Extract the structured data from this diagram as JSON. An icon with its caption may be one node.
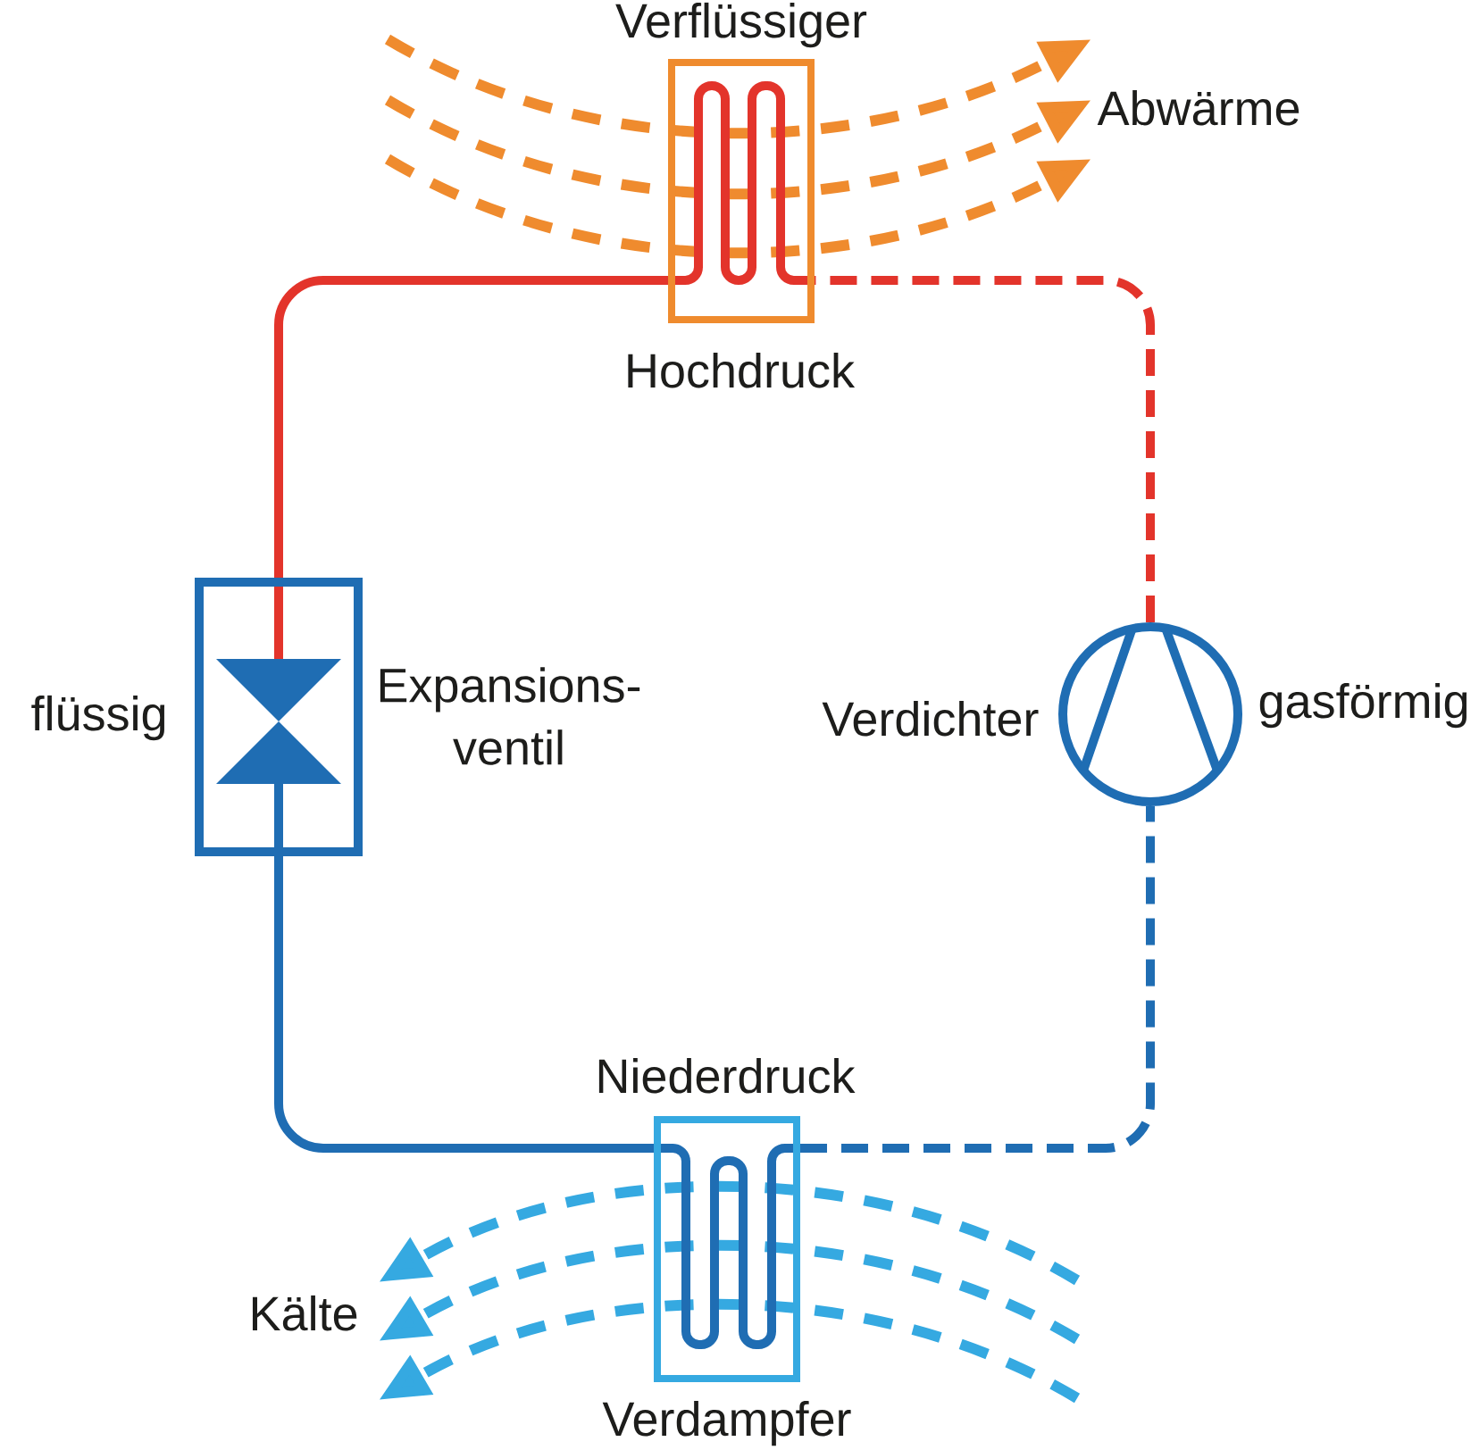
{
  "diagram": {
    "nodes": [
      {
        "text": [
          "Verflüssiger"
        ]
      },
      {
        "text": [
          "Expansions- ventil"
        ]
      },
      {
        "text": [
          "Verdichter"
        ]
      },
      {
        "text": [
          "Verdampfer"
        ]
      }
    ],
    "edges": [
      {
        "from": 0,
        "to": 1,
        "arrow": "none",
        "color": "#e3342b"
      },
      {
        "from": 1,
        "to": 3,
        "arrow": "none",
        "color": "#1f6db3"
      },
      {
        "from": 3,
        "to": 2,
        "arrow": "none",
        "style": "dashed",
        "color": "#1f6db3"
      },
      {
        "from": 2,
        "to": 0,
        "arrow": "none",
        "style": "dashed",
        "color": "#e3342b"
      }
    ],
    "labels": [
      "Abwärme",
      "Hochdruck",
      "flüssig",
      "gasförmig",
      "Niederdruck",
      "Kälte"
    ]
  }
}
